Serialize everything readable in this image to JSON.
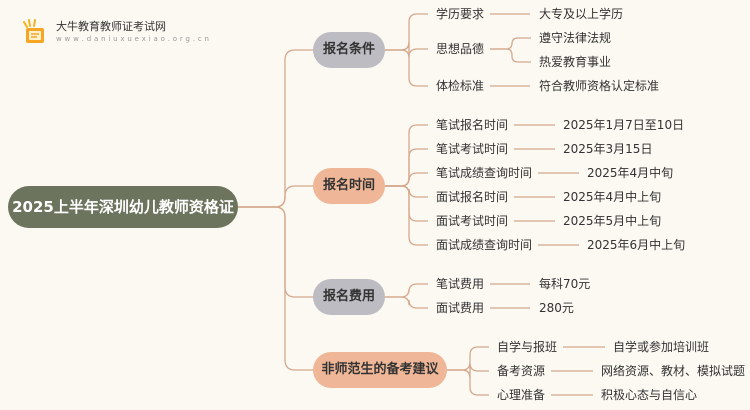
{
  "logo": {
    "title": "大牛教育教师证考试网",
    "url": "w w w . d a n i u x u e x i a o . o r g . c n",
    "icon": "graduation-book-icon"
  },
  "colors": {
    "background": "#FCF8F2",
    "line": "#D4A98D",
    "root": "#6C745E",
    "branch_gray": "#BDBCC3",
    "branch_peach": "#EFB797"
  },
  "root": {
    "label": "2025上半年深圳幼儿教师资格证"
  },
  "branches": [
    {
      "label": "报名条件",
      "items": [
        {
          "label": "学历要求",
          "values": [
            "大专及以上学历"
          ]
        },
        {
          "label": "思想品德",
          "values": [
            "遵守法律法规",
            "热爱教育事业"
          ]
        },
        {
          "label": "体检标准",
          "values": [
            "符合教师资格认定标准"
          ]
        }
      ]
    },
    {
      "label": "报名时间",
      "items": [
        {
          "label": "笔试报名时间",
          "values": [
            "2025年1月7日至10日"
          ]
        },
        {
          "label": "笔试考试时间",
          "values": [
            "2025年3月15日"
          ]
        },
        {
          "label": "笔试成绩查询时间",
          "values": [
            "2025年4月中旬"
          ]
        },
        {
          "label": "面试报名时间",
          "values": [
            "2025年4月中上旬"
          ]
        },
        {
          "label": "面试考试时间",
          "values": [
            "2025年5月中上旬"
          ]
        },
        {
          "label": "面试成绩查询时间",
          "values": [
            "2025年6月中上旬"
          ]
        }
      ]
    },
    {
      "label": "报名费用",
      "items": [
        {
          "label": "笔试费用",
          "values": [
            "每科70元"
          ]
        },
        {
          "label": "面试费用",
          "values": [
            "280元"
          ]
        }
      ]
    },
    {
      "label": "非师范生的备考建议",
      "items": [
        {
          "label": "自学与报班",
          "values": [
            "自学或参加培训班"
          ]
        },
        {
          "label": "备考资源",
          "values": [
            "网络资源、教材、模拟试题"
          ]
        },
        {
          "label": "心理准备",
          "values": [
            "积极心态与自信心"
          ]
        }
      ]
    }
  ]
}
